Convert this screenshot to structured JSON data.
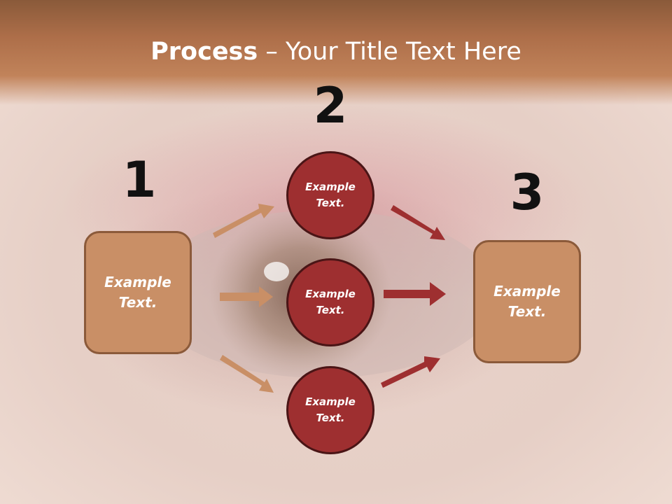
{
  "title": {
    "bold": "Process",
    "rest": " – Your Title Text Here"
  },
  "steps": {
    "one": "1",
    "two": "2",
    "three": "3"
  },
  "left_box": {
    "text": "Example Text."
  },
  "right_box": {
    "text": "Example Text."
  },
  "circles": [
    {
      "text": "Example Text."
    },
    {
      "text": "Example Text."
    },
    {
      "text": "Example Text."
    }
  ],
  "colors": {
    "header": "#b97a52",
    "box_fill": "#c98f66",
    "box_border": "#8b5a3a",
    "circle_fill": "#9e2f30",
    "circle_border": "#4a1516",
    "arrow_light": "#c98f66",
    "arrow_dark": "#9e2f30"
  }
}
